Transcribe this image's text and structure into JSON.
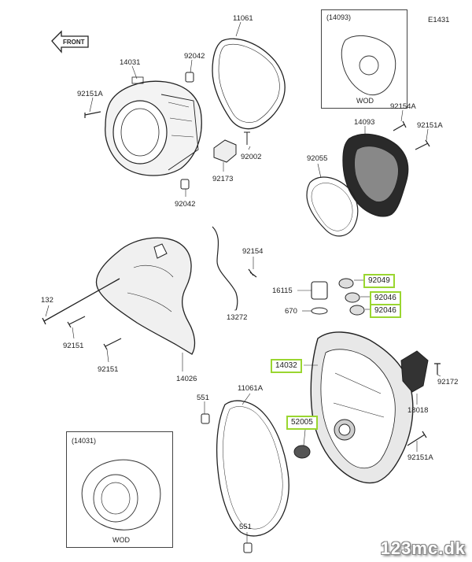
{
  "diagram_id": "E1431",
  "watermark": "123mc.dk",
  "front_label": "FRONT",
  "inset_top": {
    "part": "(14093)",
    "caption": "WOD"
  },
  "inset_bottom": {
    "part": "(14031)",
    "caption": "WOD"
  },
  "parts": {
    "p11061": "11061",
    "p14031": "14031",
    "p92042a": "92042",
    "p92151a_1": "92151A",
    "p92002": "92002",
    "p92173": "92173",
    "p92042b": "92042",
    "p14093": "14093",
    "p92154a": "92154A",
    "p92151a_2": "92151A",
    "p92055": "92055",
    "p92154": "92154",
    "p132": "132",
    "p13272": "13272",
    "p92151_1": "92151",
    "p92151_2": "92151",
    "p14026": "14026",
    "p16115": "16115",
    "p670": "670",
    "p92049": "92049",
    "p92046a": "92046",
    "p92046b": "92046",
    "p14032": "14032",
    "p92172": "92172",
    "p18018": "18018",
    "p551a": "551",
    "p11061a": "11061A",
    "p52005": "52005",
    "p92151a_3": "92151A",
    "p551b": "551"
  }
}
